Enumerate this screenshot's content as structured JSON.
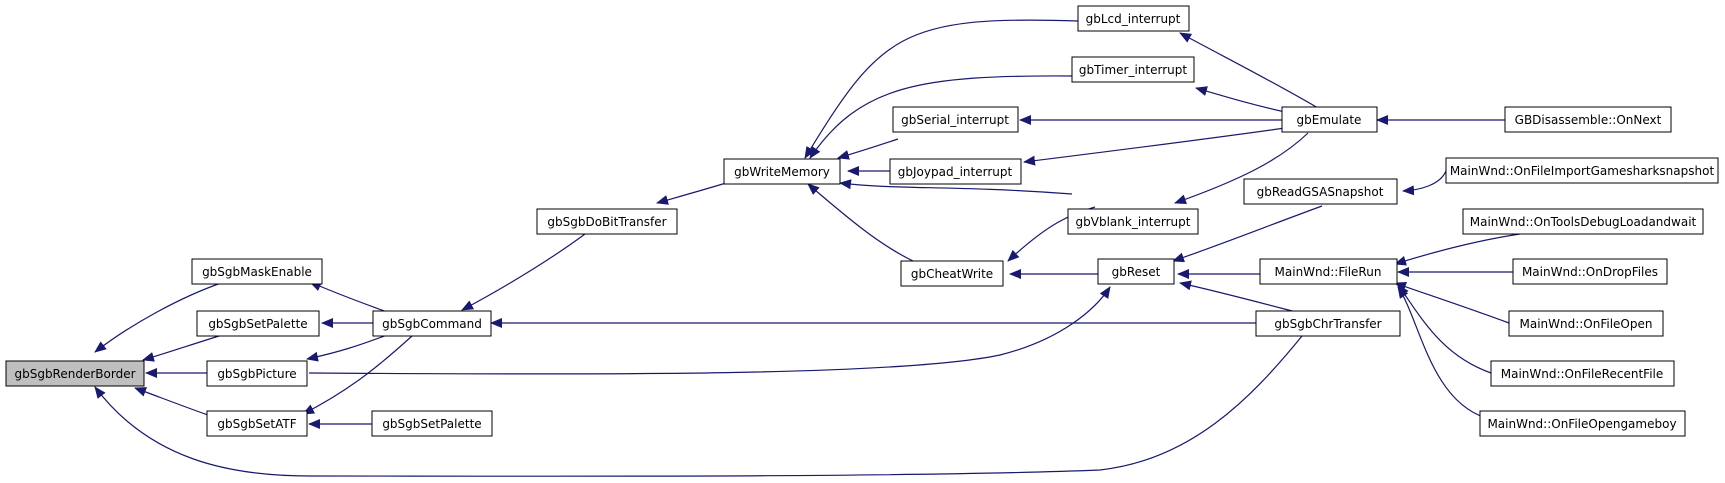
{
  "colors": {
    "edge": "#191970",
    "node_border": "#000000",
    "node_fill": "#ffffff",
    "root_fill": "#bfbfbf",
    "text": "#000000"
  },
  "nodes": {
    "render_border": "gbSgbRenderBorder",
    "mask_enable": "gbSgbMaskEnable",
    "set_palette_1": "gbSgbSetPalette",
    "picture": "gbSgbPicture",
    "set_atf": "gbSgbSetATF",
    "command": "gbSgbCommand",
    "set_palette_2": "gbSgbSetPalette",
    "do_bit_transfer": "gbSgbDoBitTransfer",
    "write_memory": "gbWriteMemory",
    "serial_interrupt": "gbSerial_interrupt",
    "joypad_interrupt": "gbJoypad_interrupt",
    "cheat_write": "gbCheatWrite",
    "lcd_interrupt": "gbLcd_interrupt",
    "timer_interrupt": "gbTimer_interrupt",
    "vblank_interrupt": "gbVblank_interrupt",
    "reset": "gbReset",
    "emulate": "gbEmulate",
    "read_gsa_snapshot": "gbReadGSASnapshot",
    "file_run": "MainWnd::FileRun",
    "chr_transfer": "gbSgbChrTransfer",
    "gbdisassemble_onnext": "GBDisassemble::OnNext",
    "on_file_import_gameshark": "MainWnd::OnFileImportGamesharksnapshot",
    "on_tools_debug_loadandwait": "MainWnd::OnToolsDebugLoadandwait",
    "on_drop_files": "MainWnd::OnDropFiles",
    "on_file_open": "MainWnd::OnFileOpen",
    "on_file_recent_file": "MainWnd::OnFileRecentFile",
    "on_file_opengameboy": "MainWnd::OnFileOpengameboy"
  },
  "edges": [
    [
      "mask_enable",
      "render_border"
    ],
    [
      "set_palette_1",
      "render_border"
    ],
    [
      "picture",
      "render_border"
    ],
    [
      "set_atf",
      "render_border"
    ],
    [
      "chr_transfer",
      "render_border"
    ],
    [
      "command",
      "mask_enable"
    ],
    [
      "command",
      "set_palette_1"
    ],
    [
      "command",
      "picture"
    ],
    [
      "command",
      "set_atf"
    ],
    [
      "set_palette_2",
      "set_atf"
    ],
    [
      "do_bit_transfer",
      "command"
    ],
    [
      "chr_transfer",
      "command"
    ],
    [
      "write_memory",
      "do_bit_transfer"
    ],
    [
      "serial_interrupt",
      "write_memory"
    ],
    [
      "joypad_interrupt",
      "write_memory"
    ],
    [
      "cheat_write",
      "write_memory"
    ],
    [
      "lcd_interrupt",
      "write_memory"
    ],
    [
      "timer_interrupt",
      "write_memory"
    ],
    [
      "vblank_interrupt",
      "write_memory"
    ],
    [
      "emulate",
      "lcd_interrupt"
    ],
    [
      "emulate",
      "timer_interrupt"
    ],
    [
      "emulate",
      "serial_interrupt"
    ],
    [
      "emulate",
      "joypad_interrupt"
    ],
    [
      "emulate",
      "vblank_interrupt"
    ],
    [
      "vblank_interrupt",
      "cheat_write"
    ],
    [
      "reset",
      "cheat_write"
    ],
    [
      "picture",
      "reset"
    ],
    [
      "read_gsa_snapshot",
      "reset"
    ],
    [
      "file_run",
      "reset"
    ],
    [
      "chr_transfer",
      "reset"
    ],
    [
      "gbdisassemble_onnext",
      "emulate"
    ],
    [
      "on_file_import_gameshark",
      "read_gsa_snapshot"
    ],
    [
      "on_tools_debug_loadandwait",
      "file_run"
    ],
    [
      "on_drop_files",
      "file_run"
    ],
    [
      "on_file_open",
      "file_run"
    ],
    [
      "on_file_recent_file",
      "file_run"
    ],
    [
      "on_file_opengameboy",
      "file_run"
    ]
  ]
}
